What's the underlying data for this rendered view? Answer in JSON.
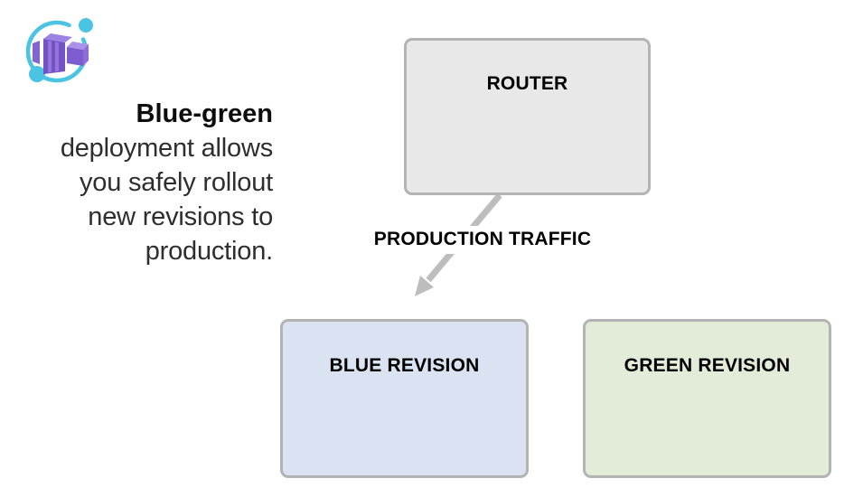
{
  "logo": {
    "name": "azure-container-apps-logo"
  },
  "tagline": {
    "lead": "Blue-green",
    "rest_lines": [
      "deployment allows",
      "you safely rollout",
      "new revisions to",
      "production."
    ]
  },
  "diagram": {
    "router_label": "ROUTER",
    "traffic_label": "PRODUCTION TRAFFIC",
    "blue_label": "BLUE REVISION",
    "green_label": "GREEN REVISION"
  },
  "colors": {
    "router_fill": "#e8e8e8",
    "box_border": "#b3b3b3",
    "blue_fill": "#dbe3f3",
    "green_fill": "#e3ecd8",
    "arrow": "#bdbdbd",
    "logo_purple": "#7452c5",
    "logo_purple_light": "#9d82e3",
    "logo_cyan": "#4bc4e3"
  }
}
